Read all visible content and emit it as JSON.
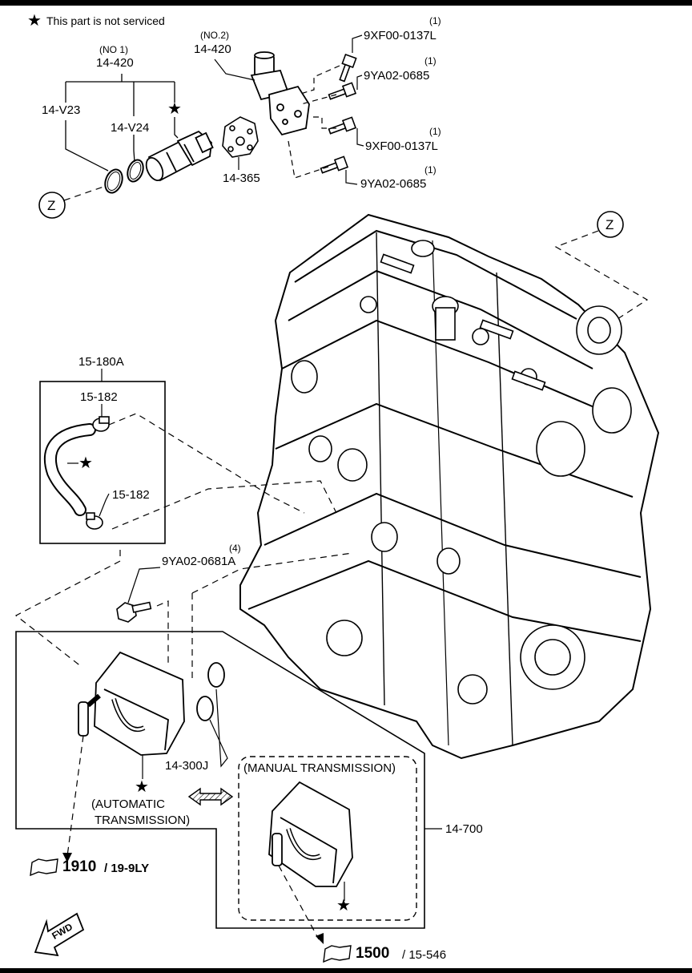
{
  "legend": {
    "star_symbol": "★",
    "text": "This part is not serviced"
  },
  "parts": {
    "no1_qualifier": "(NO 1)",
    "no1_number": "14-420",
    "no2_qualifier": "(NO.2)",
    "no2_number": "14-420",
    "oring_outer": "14-V23",
    "oring_inner": "14-V24",
    "gasket": "14-365",
    "bolt_a_qty": "(1)",
    "bolt_a": "9XF00-0137L",
    "bolt_b_qty": "(1)",
    "bolt_b": "9YA02-0685",
    "bolt_c_qty": "(1)",
    "bolt_c": "9XF00-0137L",
    "bolt_d_qty": "(1)",
    "bolt_d": "9YA02-0685",
    "view_ref_left": "Z",
    "view_ref_right": "Z",
    "hose_assembly": "15-180A",
    "clamp_upper": "15-182",
    "clamp_lower": "15-182",
    "cooler_bolt_qty": "(4)",
    "cooler_bolt": "9YA02-0681A",
    "cooler_orings": "14-300J",
    "oil_cooler": "14-700",
    "auto_trans_line1": "(AUTOMATIC",
    "auto_trans_line2": "TRANSMISSION)",
    "manual_trans": "(MANUAL TRANSMISSION)",
    "ref1_section": "1910",
    "ref1_detail": "/ 19-9LY",
    "ref2_section": "1500",
    "ref2_detail": "/ 15-546",
    "fwd": "FWD"
  }
}
